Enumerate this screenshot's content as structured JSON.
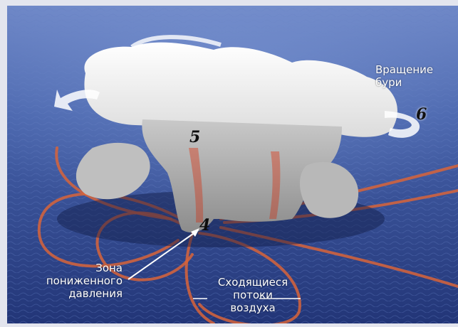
{
  "labels": {
    "storm_rotation": [
      "Вращение",
      "бури"
    ],
    "low_pressure_zone": [
      "Зона",
      "пониженного",
      "давления"
    ],
    "converging_air": [
      "Сходящиеся",
      "потоки",
      "воздуха"
    ]
  },
  "markers": {
    "m4": "4",
    "m5": "5",
    "m6": "6"
  },
  "colors": {
    "frame": "#e3e5ee",
    "sea_dark": "#1e2f68",
    "sea_light": "#4a67b0",
    "cloud": "#f2f2f2",
    "cloud_shadow": "#8f8f8f",
    "airflow": "#d8643a"
  }
}
